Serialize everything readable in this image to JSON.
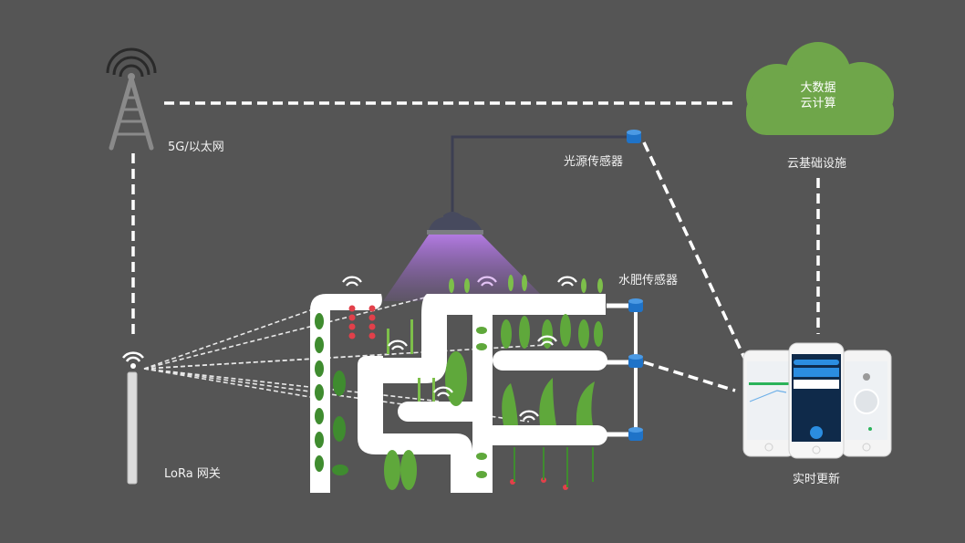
{
  "labels": {
    "network": "5G/以太网",
    "cloud_line1": "大数据",
    "cloud_line2": "云计算",
    "cloud_infra": "云基础设施",
    "light_sensor": "光源传感器",
    "fertilizer_sensor": "水肥传感器",
    "lora_gateway": "LoRa 网关",
    "realtime_update": "实时更新"
  },
  "colors": {
    "background": "#555555",
    "cloud": "#6fa64a",
    "sensor": "#1f73c8",
    "pipe": "#ffffff",
    "light_beam": "#a66fd6",
    "tower": "#8a8a8a",
    "plant_dark": "#3f8c2f",
    "plant_light": "#7dbf4a",
    "fruit": "#e2404a",
    "app_blue": "#2b8de0",
    "app_dark": "#0f2a4a"
  },
  "icons": {
    "tower": "cell-tower-icon",
    "cloud": "cloud-icon",
    "lamp": "grow-lamp-icon",
    "sensor": "cylinder-sensor-icon",
    "wifi": "wifi-signal-icon",
    "gateway": "lora-gateway-icon",
    "phones": "smartphone-icon"
  }
}
